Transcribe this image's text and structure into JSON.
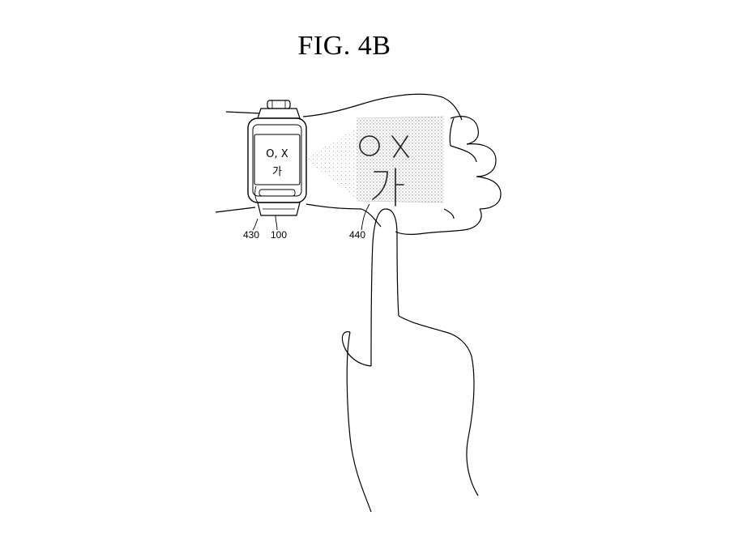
{
  "figure": {
    "title": "FIG.  4B"
  },
  "watch_screen": {
    "line1": "O, X",
    "line2": "가"
  },
  "projection": {
    "line1": "O X",
    "line2": "가"
  },
  "reference_labels": {
    "screen_ref": "430",
    "watch_ref": "100",
    "projection_ref": "440"
  }
}
